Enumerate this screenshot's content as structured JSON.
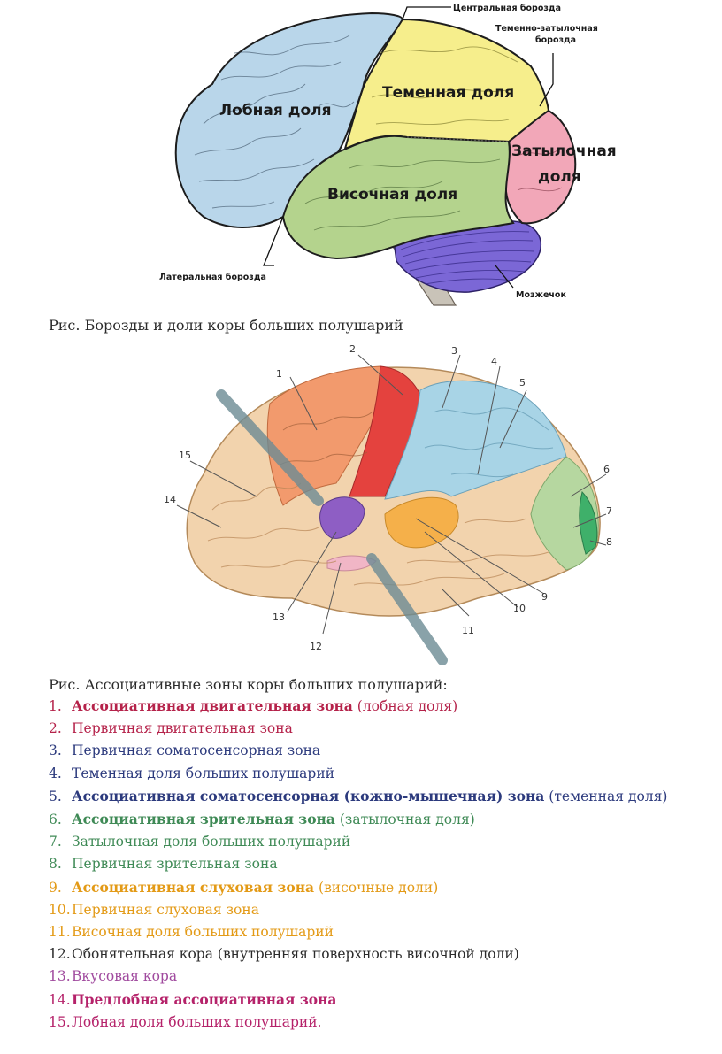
{
  "figure1": {
    "lobes": {
      "frontal": "Лобная доля",
      "parietal": "Теменная доля",
      "occipital_line1": "Затылочная",
      "occipital_line2": "доля",
      "temporal": "Височная доля"
    },
    "labels": {
      "central_sulcus": "Центральная борозда",
      "parieto_occipital_line1": "Теменно-затылочная",
      "parieto_occipital_line2": "борозда",
      "lateral_sulcus": "Латеральная борозда",
      "cerebellum": "Мозжечок"
    },
    "colors": {
      "frontal": "#b9d6ea",
      "parietal": "#f6ee8c",
      "occipital": "#f2a7b8",
      "temporal": "#b4d38d",
      "cerebellum": "#7b67d6"
    },
    "caption": "Рис. Борозды и доли коры больших полушарий"
  },
  "figure2": {
    "numbers": [
      "1",
      "2",
      "3",
      "4",
      "5",
      "6",
      "7",
      "8",
      "9",
      "10",
      "11",
      "12",
      "13",
      "14",
      "15"
    ]
  },
  "legend": {
    "caption": "Рис. Ассоциативные зоны коры больших полушарий:",
    "items": [
      {
        "num": "1.",
        "bold": "Ассоциативная двигательная зона",
        "rest": " (лобная доля)"
      },
      {
        "num": "2.",
        "bold": "",
        "rest": "Первичная двигательная зона"
      },
      {
        "num": "3.",
        "bold": "",
        "rest": "Первичная соматосенсорная зона"
      },
      {
        "num": "4.",
        "bold": "",
        "rest": "Теменная доля больших полушарий"
      },
      {
        "num": "5.",
        "bold": "Ассоциативная соматосенсорная (кожно-мышечная) зона",
        "rest": " (теменная доля)"
      },
      {
        "num": "6.",
        "bold": "Ассоциативная зрительная зона",
        "rest": " (затылочная доля)"
      },
      {
        "num": "7.",
        "bold": "",
        "rest": "Затылочная доля больших полушарий"
      },
      {
        "num": "8.",
        "bold": "",
        "rest": "Первичная зрительная зона"
      },
      {
        "num": "9.",
        "bold": "Ассоциативная слуховая зона",
        "rest": " (височные доли)"
      },
      {
        "num": "10.",
        "bold": "",
        "rest": "Первичная слуховая зона"
      },
      {
        "num": "11.",
        "bold": "",
        "rest": "Височная доля больших полушарий"
      },
      {
        "num": "12.",
        "bold": "",
        "rest": "Обонятельная кора (внутренняя поверхность височной доли)"
      },
      {
        "num": "13.",
        "bold": "",
        "rest": "Вкусовая кора"
      },
      {
        "num": "14.",
        "bold": "Предлобная ассоциативная зона",
        "rest": ""
      },
      {
        "num": "15.",
        "bold": "",
        "rest": "Лобная доля больших полушарий."
      }
    ]
  }
}
